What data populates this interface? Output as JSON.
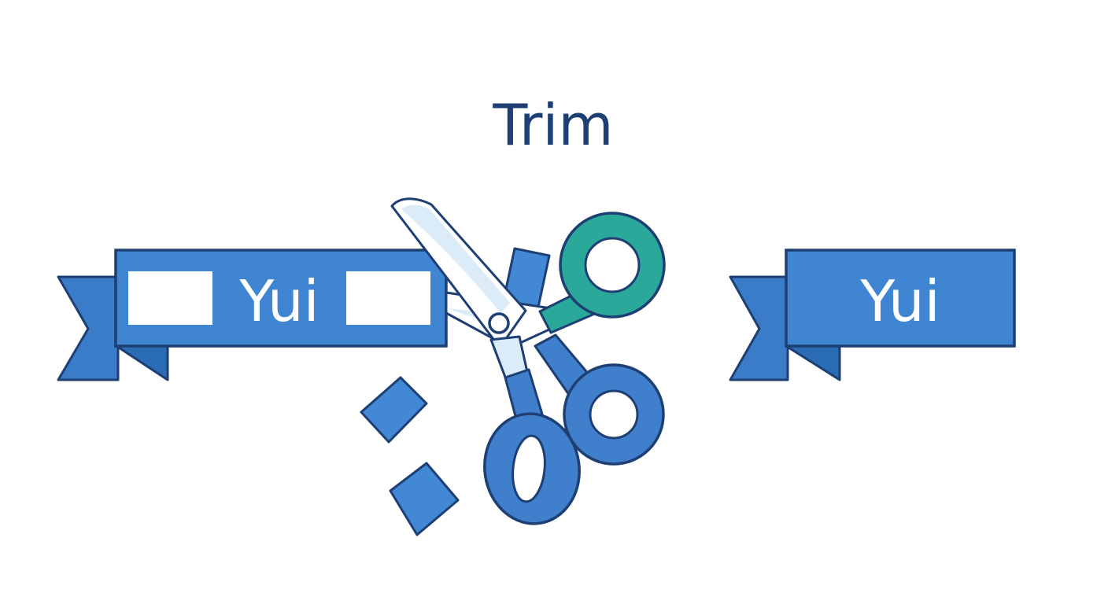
{
  "title": "Trim",
  "before": {
    "label": "Yui",
    "leading_padding_shown": true,
    "trailing_padding_shown": true
  },
  "after": {
    "label": "Yui"
  },
  "colors": {
    "outline": "#1e3f73",
    "title": "#1e3f73",
    "ribbon": "#3f85d2",
    "ribbon_fold": "#2a6db5",
    "ribbon_tail": "#3a7cc8",
    "padding_box": "#ffffff",
    "text": "#ffffff",
    "scissor_upper_handle": "#2aa89a",
    "scissor_lower_handle": "#3f7fcc",
    "blade": "#ffffff",
    "blade_tint": "#dcebf8",
    "scrap": "#4288d4",
    "background": "#ffffff"
  },
  "icons": {
    "tool": "scissors-icon",
    "scraps": "paper-scraps"
  }
}
